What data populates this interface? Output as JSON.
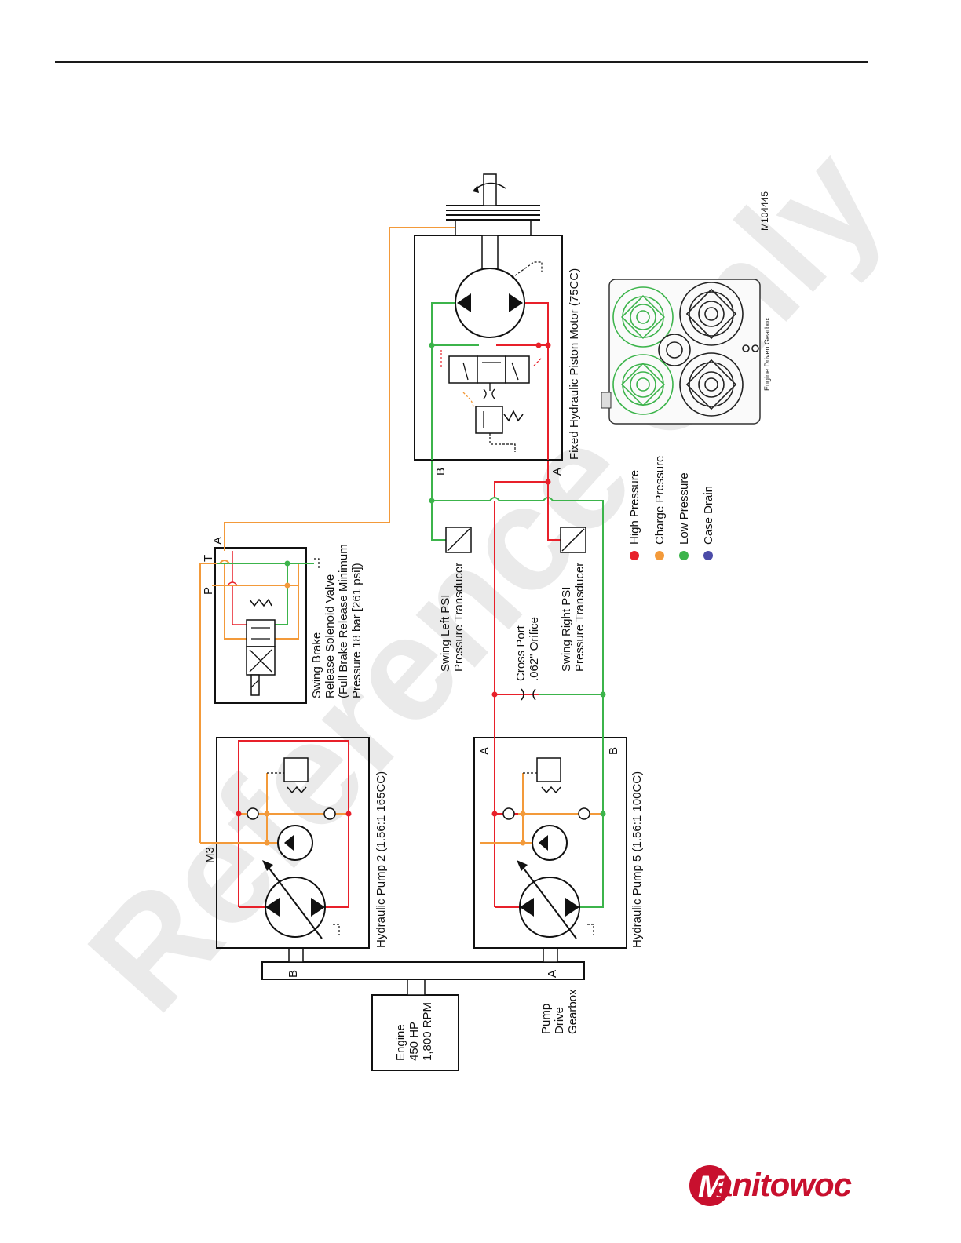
{
  "watermark": "Reference Only",
  "figure_id": "M104445",
  "components": {
    "engine": [
      "Engine",
      "450 HP",
      "1,800 RPM"
    ],
    "pump_drive_gearbox": [
      "Pump",
      "Drive",
      "Gearbox"
    ],
    "gearbox_ports": {
      "b": "B",
      "a": "A"
    },
    "pump2": "Hydraulic Pump 2 (1.56:1 165CC)",
    "pump5": "Hydraulic Pump 5 (1.56:1 100CC)",
    "m3_port": "M3",
    "pump5_ports": {
      "a": "A",
      "b": "B"
    },
    "brake_valve": [
      "Swing Brake",
      "Release Solenoid Valve",
      "(Full Brake Release Minimum",
      "Pressure 18 bar [261 psi])"
    ],
    "brake_ports": {
      "p": "P",
      "t": "T",
      "a": "A"
    },
    "swing_left": [
      "Swing Left PSI",
      "Pressure Transducer"
    ],
    "swing_right": [
      "Swing Right PSI",
      "Pressure Transducer"
    ],
    "cross_port": [
      "Cross Port",
      ".062\" Orifice"
    ],
    "motor": "Fixed Hydraulic Piston Motor (75CC)",
    "motor_ports": {
      "b": "B",
      "a": "A"
    },
    "gearbox_photo": "Engine Driven Gearbox"
  },
  "legend": [
    {
      "label": "High Pressure",
      "color": "#e8202a"
    },
    {
      "label": "Charge Pressure",
      "color": "#f39a3a"
    },
    {
      "label": "Low Pressure",
      "color": "#3cb44b"
    },
    {
      "label": "Case Drain",
      "color": "#4b4ba8"
    }
  ],
  "logo": "Manitowoc"
}
